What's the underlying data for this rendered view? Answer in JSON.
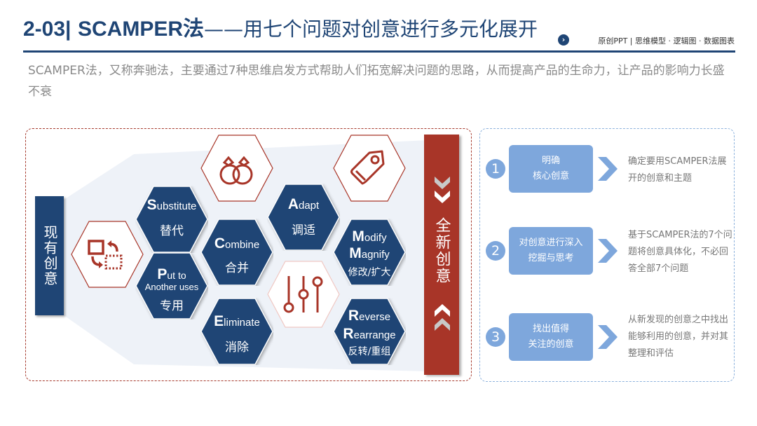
{
  "header": {
    "code": "2-03",
    "separator": "|",
    "method": "SCAMPER法",
    "dash": "——",
    "subtitle": "用七个问题对创意进行多元化展开",
    "next_icon": "›",
    "tagline": "原创PPT | 思维模型 · 逻辑图 · 数据图表"
  },
  "intro": "SCAMPER法，又称奔驰法，主要通过7种思维启发方式帮助人们拓宽解决问题的思路，从而提高产品的生命力，让产品的影响力长盛不衰",
  "diagram": {
    "input_label": "现有创意",
    "output_label": "全新创意",
    "colors": {
      "navy": "#1f4575",
      "red": "#a83528",
      "light_blue": "#7ea7dc",
      "funnel": "#eef2f8"
    },
    "icons": [
      "swap-icon",
      "rings-icon",
      "sliders-icon",
      "tag-icon"
    ],
    "items": [
      {
        "letter": "S",
        "rest": "ubstitute",
        "cn": "替代"
      },
      {
        "letter": "P",
        "rest": "ut to",
        "line2": "Another uses",
        "cn": "专用"
      },
      {
        "letter": "C",
        "rest": "ombine",
        "cn": "合并"
      },
      {
        "letter": "E",
        "rest": "liminate",
        "cn": "消除"
      },
      {
        "letter": "A",
        "rest": "dapt",
        "cn": "调适"
      },
      {
        "letter": "M",
        "rest": "odify",
        "letter2": "M",
        "rest2": "agnify",
        "cn": "修改/扩大"
      },
      {
        "letter": "R",
        "rest": "everse",
        "letter2": "R",
        "rest2": "earrange",
        "cn": "反转/重组"
      }
    ]
  },
  "steps": [
    {
      "num": "1",
      "title_l1": "明确",
      "title_l2": "核心创意",
      "desc": "确定要用SCAMPER法展开的创意和主题"
    },
    {
      "num": "2",
      "title_l1": "对创意进行深入",
      "title_l2": "挖掘与思考",
      "desc": "基于SCAMPER法的7个问题将创意具体化，不必回答全部7个问题"
    },
    {
      "num": "3",
      "title_l1": "找出值得",
      "title_l2": "关注的创意",
      "desc": "从新发现的创意之中找出能够利用的创意，并对其整理和评估"
    }
  ]
}
